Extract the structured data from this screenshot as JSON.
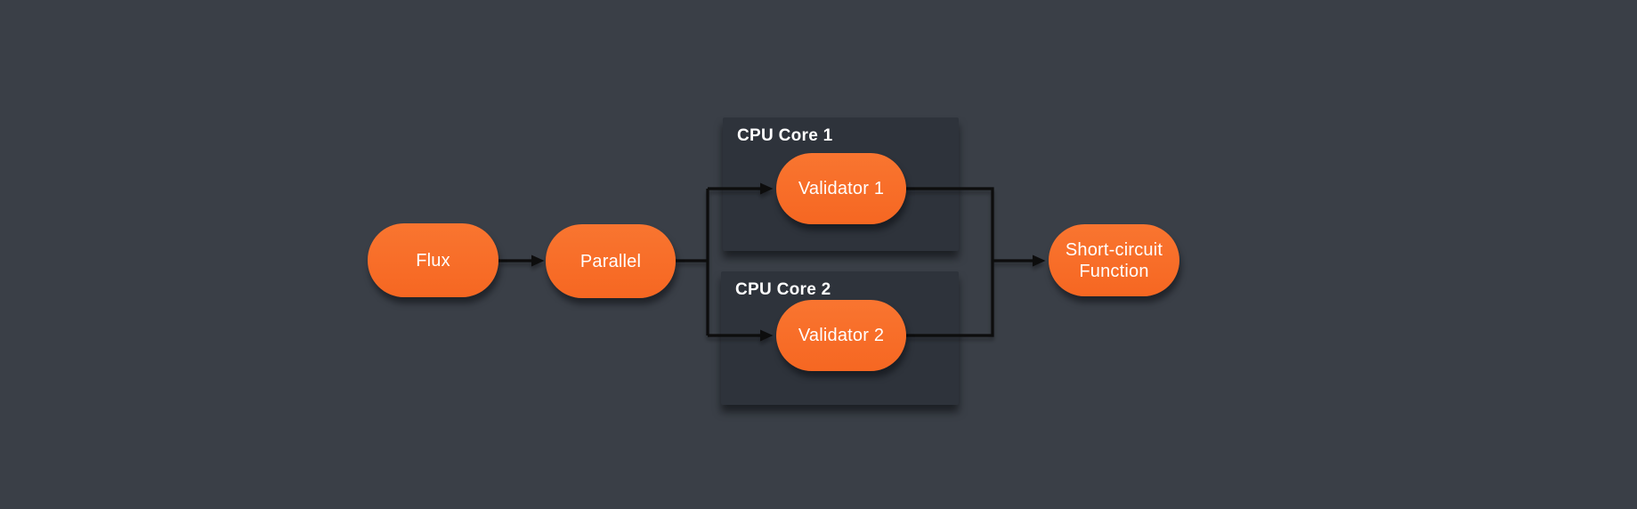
{
  "diagram": {
    "kind": "flow-diagram",
    "colors": {
      "background": "#3a3f47",
      "group_fill": "#2e333b",
      "node_fill": "#f76b27",
      "line": "#0c0d0f",
      "text": "#ffffff"
    },
    "groups": [
      {
        "id": "cpu-core-1",
        "label": "CPU Core 1"
      },
      {
        "id": "cpu-core-2",
        "label": "CPU Core 2"
      }
    ],
    "nodes": [
      {
        "id": "flux",
        "label": "Flux"
      },
      {
        "id": "parallel",
        "label": "Parallel"
      },
      {
        "id": "validator-1",
        "label": "Validator 1"
      },
      {
        "id": "validator-2",
        "label": "Validator 2"
      },
      {
        "id": "short-circuit-function",
        "label": "Short-circuit Function"
      }
    ],
    "edges": [
      {
        "from": "flux",
        "to": "parallel"
      },
      {
        "from": "parallel",
        "to": "validator-1"
      },
      {
        "from": "parallel",
        "to": "validator-2"
      },
      {
        "from": "validator-1",
        "to": "short-circuit-function"
      },
      {
        "from": "validator-2",
        "to": "short-circuit-function"
      }
    ]
  }
}
